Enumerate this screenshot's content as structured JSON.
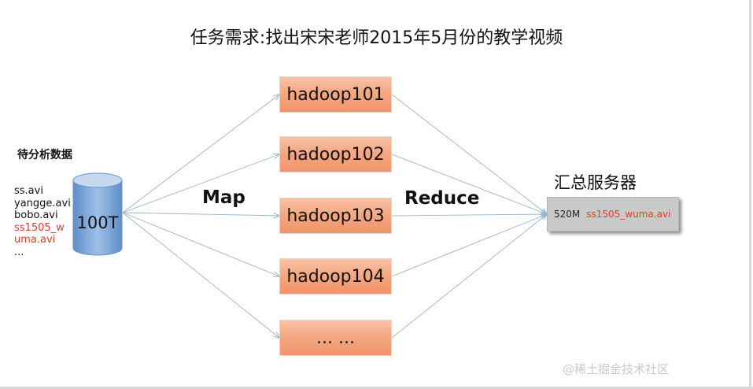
{
  "title": "任务需求:找出宋宋老师2015年5月份的教学视频",
  "source": {
    "label": "待分析数据",
    "files": [
      {
        "text": "ss.avi",
        "highlight": false
      },
      {
        "text": "yangge.avi",
        "highlight": false
      },
      {
        "text": "bobo.avi",
        "highlight": false
      },
      {
        "text": "ss1505_w",
        "highlight": true
      },
      {
        "text": "uma.avi",
        "highlight": true
      },
      {
        "text": "...",
        "highlight": false
      }
    ],
    "database_label": "100T"
  },
  "phases": {
    "map": "Map",
    "reduce": "Reduce"
  },
  "nodes": [
    "hadoop101",
    "hadoop102",
    "hadoop103",
    "hadoop104",
    "... ..."
  ],
  "server": {
    "label": "汇总服务器",
    "size": "520M",
    "file": "ss1505_wuma.avi"
  },
  "watermark": "@稀土掘金技术社区",
  "colors": {
    "node_fill": "#f4a883",
    "database": "#7aa4d4",
    "highlight": "#e03b2a",
    "server_fill": "#c9c9c9",
    "arrow": "#9ab4cc"
  }
}
